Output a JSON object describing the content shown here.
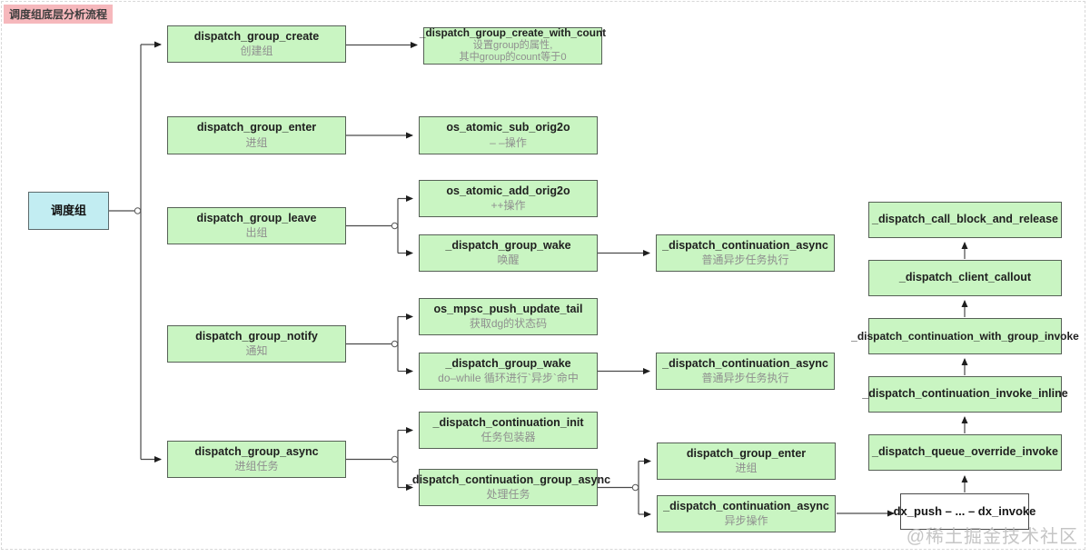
{
  "diagram_title": "调度组底层分析流程",
  "watermark": "@稀土掘金技术社区",
  "colors": {
    "node_green": "#c9f5c2",
    "node_cyan": "#c2edf2",
    "title_pink": "#f6b8bc",
    "node_border": "#566156",
    "connector": "#4a4a4a"
  },
  "nodes": {
    "group": {
      "title": "调度组"
    },
    "create": {
      "title": "dispatch_group_create",
      "desc": "创建组"
    },
    "create_with_count": {
      "title": "_dispatch_group_create_with_count",
      "desc1": "设置group的属性,",
      "desc2": "其中group的count等于0"
    },
    "enter": {
      "title": "dispatch_group_enter",
      "desc": "进组"
    },
    "sub_orig2o": {
      "title": "os_atomic_sub_orig2o",
      "desc": "– –操作"
    },
    "leave": {
      "title": "dispatch_group_leave",
      "desc": "出组"
    },
    "add_orig2o": {
      "title": "os_atomic_add_orig2o",
      "desc": "++操作"
    },
    "wake1": {
      "title": "_dispatch_group_wake",
      "desc": "唤醒"
    },
    "cont_async1": {
      "title": "_dispatch_continuation_async",
      "desc": "普通异步任务执行"
    },
    "notify": {
      "title": "dispatch_group_notify",
      "desc": "通知"
    },
    "mpsc": {
      "title": "os_mpsc_push_update_tail",
      "desc": "获取dg的状态码"
    },
    "wake2": {
      "title": "_dispatch_group_wake",
      "desc": "do–while 循环进行`异步`命中"
    },
    "cont_async2": {
      "title": "_dispatch_continuation_async",
      "desc": "普通异步任务执行"
    },
    "async": {
      "title": "dispatch_group_async",
      "desc": "进组任务"
    },
    "cont_init": {
      "title": "_dispatch_continuation_init",
      "desc": "任务包装器"
    },
    "cont_group_async": {
      "title": "_dispatch_continuation_group_async",
      "desc": "处理任务"
    },
    "enter2": {
      "title": "dispatch_group_enter",
      "desc": "进组"
    },
    "cont_async3": {
      "title": "_dispatch_continuation_async",
      "desc": "异步操作"
    },
    "call_block_and_release": {
      "title": "_dispatch_call_block_and_release"
    },
    "client_callout": {
      "title": "_dispatch_client_callout"
    },
    "with_group_invoke": {
      "title": "_dispatch_continuation_with_group_invoke"
    },
    "invoke_inline": {
      "title": "_dispatch_continuation_invoke_inline"
    },
    "queue_override_invoke": {
      "title": "_dispatch_queue_override_invoke"
    },
    "dx_push": {
      "title": "dx_push – ... – dx_invoke"
    }
  }
}
